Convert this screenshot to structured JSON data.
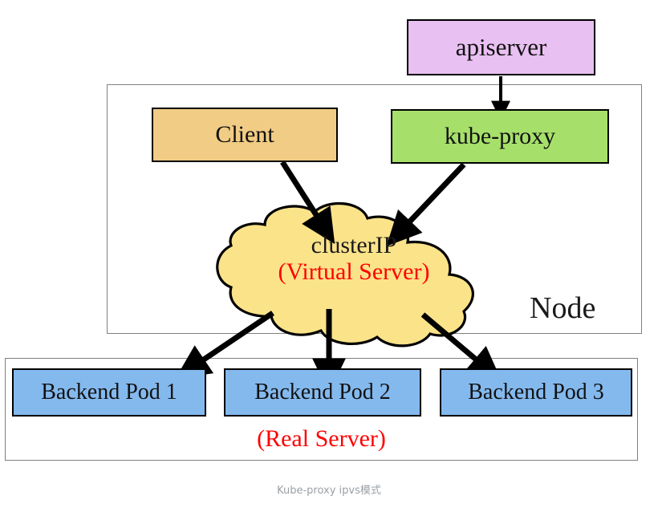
{
  "diagram": {
    "caption": "Kube-proxy ipvs模式",
    "containers": [
      {
        "name": "node",
        "label": "Node"
      },
      {
        "name": "real-server-group",
        "label": "(Real Server)"
      }
    ],
    "nodes": {
      "apiserver": {
        "label": "apiserver",
        "color": "#e9c0f2"
      },
      "client": {
        "label": "Client",
        "color": "#f1cc84"
      },
      "kube_proxy": {
        "label": "kube-proxy",
        "color": "#a6e06a"
      },
      "cluster_ip": {
        "title": "clusterIP",
        "subtitle": "(Virtual Server)",
        "color": "#fbe38a",
        "subtitle_color": "#ff0000"
      },
      "pods": [
        {
          "label": "Backend Pod 1",
          "color": "#84b9ee"
        },
        {
          "label": "Backend Pod 2",
          "color": "#84b9ee"
        },
        {
          "label": "Backend Pod 3",
          "color": "#84b9ee"
        }
      ]
    },
    "labels": {
      "node": "Node",
      "real_server": "(Real Server)"
    },
    "edges": [
      {
        "from": "apiserver",
        "to": "kube-proxy"
      },
      {
        "from": "client",
        "to": "clusterIP"
      },
      {
        "from": "kube-proxy",
        "to": "clusterIP"
      },
      {
        "from": "clusterIP",
        "to": "backend-pod-1"
      },
      {
        "from": "clusterIP",
        "to": "backend-pod-2"
      },
      {
        "from": "clusterIP",
        "to": "backend-pod-3"
      }
    ]
  }
}
